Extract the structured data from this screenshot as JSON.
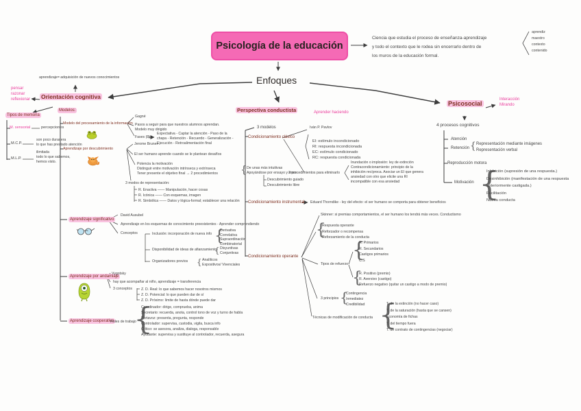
{
  "colors": {
    "accent_pink": "#f56ab5",
    "highlight_pink": "#f9c3e0",
    "text_pink": "#ea3b9b",
    "maroon": "#7d2e1f",
    "ink": "#3f3f3f"
  },
  "top": {
    "title": "Psicología de la educación",
    "definition": "Ciencia que estudia el proceso de enseñanza-aprendizaje\ny todo el contexto que le rodea sin encerrarlo dentro de\nlos muros de la educación formal.",
    "actors": "aprendiz\nmaestro\ncontexto\ncontenido",
    "enfoques": "Enfoques"
  },
  "cognitiva": {
    "nota": "aprendizaje= adquisición de nuevos conocimientos",
    "verbos": "pensar\nrazonar\nreflexionar",
    "titulo": "Orientación cognitiva",
    "modelos_label": "Modelos:",
    "memoria": {
      "titulo": "Tipos de memoria",
      "m1": "M. sensorial",
      "m1_desc": "percepciones",
      "m2": "M.C.P.",
      "m2_desc": "son poco duradera\nlo que has prestado atención",
      "m3": "M.L.P.",
      "m3_desc": "ilimitada\ntodo lo que sabemos,\nhemos visto."
    },
    "procesamiento": {
      "titulo": "Modelo del procesamiento de la información",
      "autor": "Gagné",
      "nota1": "Pasos a seguir para que nuestros alumnos aprendan.",
      "nota2": "Modelo muy dirigido",
      "fases_label": "Fases (8)",
      "fases": "Expectativa - Captar la atención - Paso de la\nchapa - Retención - Recuerdo - Generalización -\nEjecución - Retroalimentación final"
    },
    "descubrimiento": {
      "titulo": "Aprendizaje por descubrimiento",
      "autor": "Jerome Bruner",
      "nota1": "El ser humano aprende cuando se le plantean desafíos",
      "nota2": "Potencia la motivación\nDistinguir entre motivación intrínseca y extrínseca\nTener presente el objetivo final → 2 procedimientos",
      "proc_desc": "De unas más intuitivas\nApoyándose por ensayo y error",
      "proc_items": "Descubrimiento guiado\nDescubrimiento libre",
      "modos_label": "3 modos de representación:",
      "modos": "R. Enactiva —— Manipulación, hacer cosas\nR. Icónica —— Con esquemas, imagen\nR. Simbólica —— Datos y lógica-formal; establecer una relación"
    },
    "significativo": {
      "titulo": "Aprendizaje significativo",
      "autor": "David Ausubel",
      "nota1": "Aprendizaje en los esquemas de conocimiento preexistentes - Aprender comprendiendo",
      "conceptos_label": "Conceptos",
      "c1": "Inclusión: incorporación de nueva info",
      "c1_items": "Derivativa\nCorrelativa\nSupraordinación\nCombinatorial",
      "c2": "Disponibilidad de ideas de afianzamiento",
      "c2_items": "Disyuntivas\nConjuntivas",
      "c3": "Organizadores previos",
      "c3_items": "Analíticos\nExpositivos/ Vivenciales"
    },
    "andamiaje": {
      "titulo": "Aprendizaje por andamiaje",
      "autor": "Vygotsky",
      "nota1": "hay que acompañar al niño, aprendizaje = transferencia",
      "conceptos_label": "3 conceptos",
      "items": "Z. D. Real: lo que sabemos hacer nosotros mismos\nZ. D. Potencial: lo que pueden dar de sí\nZ. D. Próximo: límite de hasta dónde puede dar"
    },
    "cooperativo": {
      "titulo": "Aprendizaje cooperativo",
      "roles_label": "Roles de trabajo",
      "roles": "Coordinador: dirige, comprueba, anima\nSecretario: recuerda, anota, control tono de voz y turno de habla\nPortavoz: presenta, pregunta, responde\nControlador: supervisa, custodia, vigila, busca info\nCrítico: se asesora, analiza, dialoga, responsable\nAyudante: supervisa y sustituye al controlador, recuerda, asegura"
    }
  },
  "conductista": {
    "titulo": "Perspectiva conductista",
    "tagline": "Aprender haciendo",
    "modelos_label": "3 modelos",
    "clasico": {
      "titulo": "Condicionamiento clásico",
      "autor": "Iván P. Pavlov",
      "terminos": "EI: estímulo incondicionado\nRI: respuesta incondicionada\nEC: estímulo condicionado\nRC: respuesta condicionada",
      "proc_label": "2 procedimientos para eliminarlo",
      "proc_desc": "Inundación o implosión: ley de extinción\nContracondicionamiento: principio de la\ninhibición recíproca. Asociar un EI que genera\nansiedad con otro que elicite una RI\nincompatible con esa ansiedad"
    },
    "instrumental": {
      "titulo": "Condicionamiento instrumental",
      "desc": "Eduard Thorndike - ley del efecto: el ser humano se comporta para obtener beneficios"
    },
    "operante": {
      "titulo": "Condicionamiento operante",
      "skinner": "Skinner: si premias comportamientos, el ser humano los tendrá más veces. Conductismo",
      "base": "Respuesta operante\nReforzador o recompensa\nReforzamiento de la conducta",
      "tipos_label": "Tipos de refuerzo",
      "tipos_a": "R. Primarios\nR. Secundarios\nCastigos primarios\nC.S",
      "tipos_b": "R. Positivo (premio)\nR. Aversivo (castigo)\nRefuerzo negativo (quitar un castigo a modo de premio)",
      "principios_label": "3 principios",
      "principios": "Contingencia\nInmediatez\nCredibilidad",
      "tecnicas_label": "Técnicas de modificación de conducta",
      "tecnicas": "T. de la extinción (no hacer caso)\nT. de la saturación (hasta que se cansen)\nEconomía de fichas\nT. del tiempo fuera\nT. de contrato de contingencias (negociar)"
    }
  },
  "psicosocial": {
    "titulo": "Psicosocial",
    "tagline": "Interacción\nMirando",
    "procesos_label": "4 procesos cognitivos",
    "atencion": "Atención",
    "retencion": "Retención",
    "retencion_items": "Representación mediante imágenes\nRepresentación verbal",
    "reproduccion": "Reproducción motora",
    "motivacion": "Motivación",
    "motivacion_items": "Inhibición (supresión de una respuesta.)\nDesinhibición (manifestación de una respuesta\nanteriormente castigada.)\nFacilitación\nNueva conducta"
  }
}
